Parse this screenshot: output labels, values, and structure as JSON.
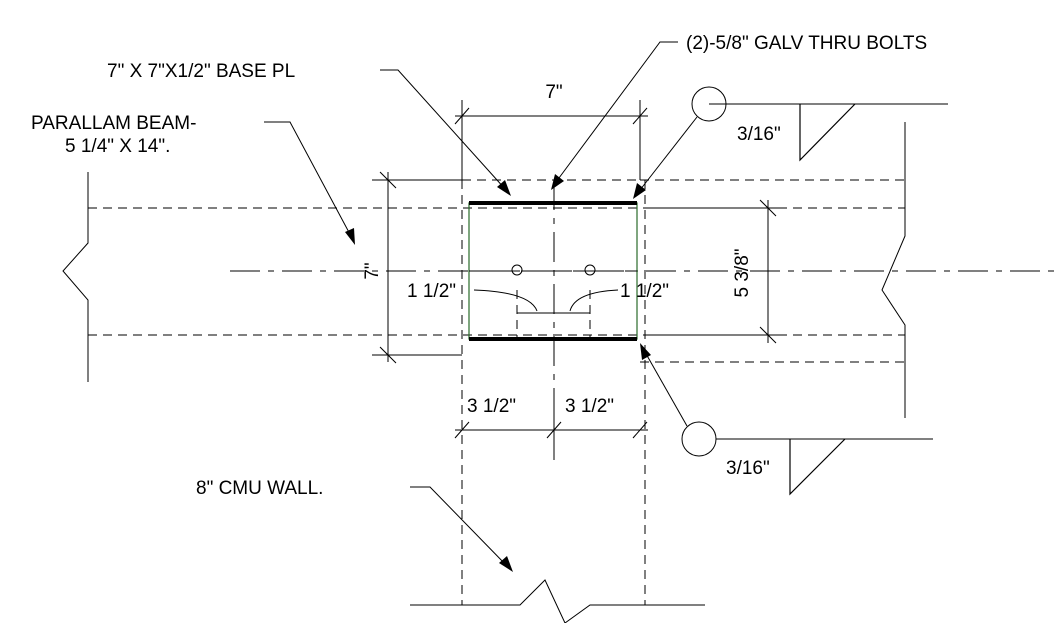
{
  "labels": {
    "thru_bolts": "(2)-5/8\" GALV THRU BOLTS",
    "base_plate": "7\" X 7\"X1/2\" BASE PL",
    "beam_line1": "PARALLAM BEAM-",
    "beam_line2": "5 1/4\" X 14\".",
    "cmu_wall": "8\" CMU WALL."
  },
  "dimensions": {
    "top_width": "7\"",
    "left_height": "7\"",
    "right_height": "5 3/8\"",
    "bolt_left": "1 1/2\"",
    "bolt_right": "1 1/2\"",
    "bottom_left": "3 1/2\"",
    "bottom_right": "3 1/2\""
  },
  "welds": {
    "top": "3/16\"",
    "bottom": "3/16\""
  }
}
